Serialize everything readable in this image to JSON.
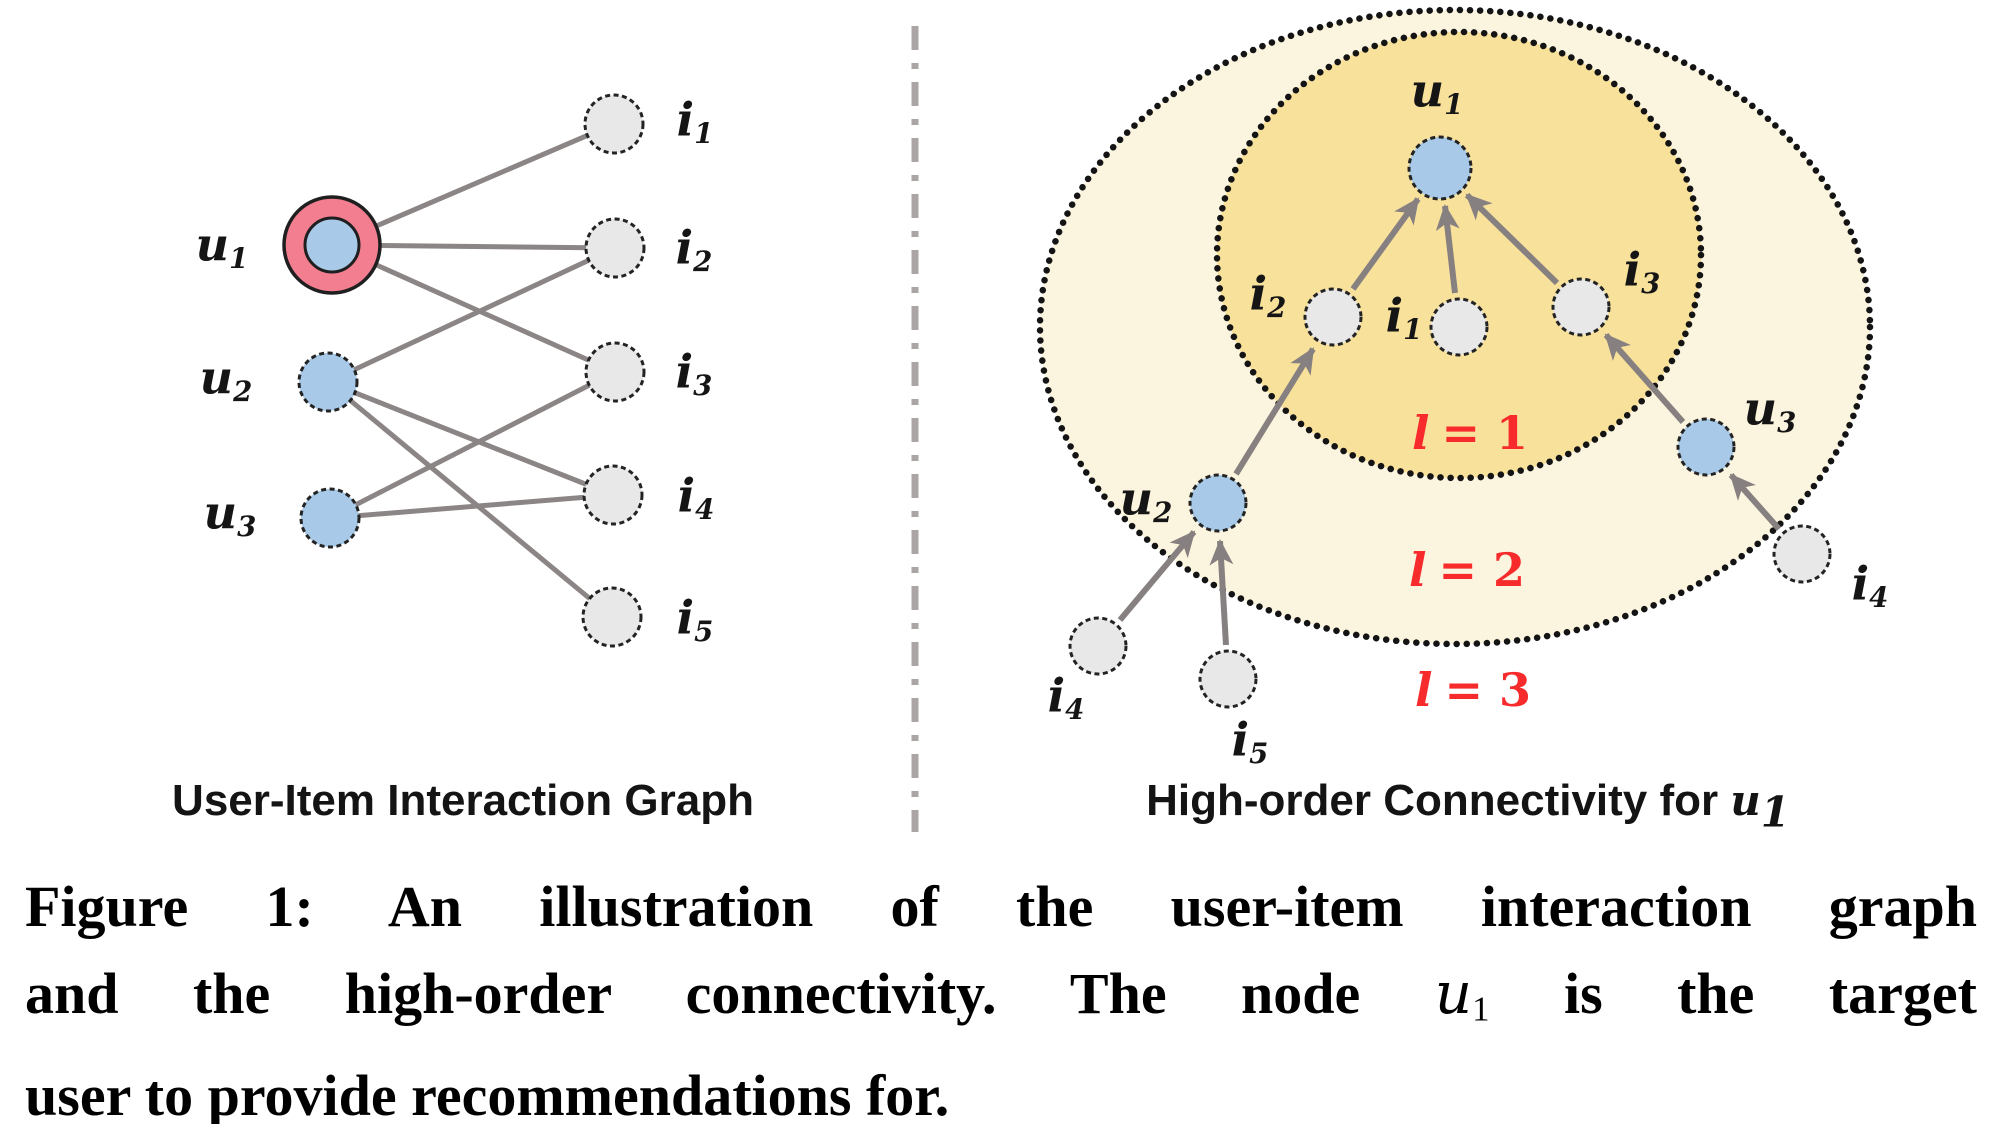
{
  "figure": {
    "left_panel": {
      "caption": "User-Item Interaction Graph",
      "users": [
        {
          "base": "u",
          "sub": "1",
          "highlighted": true
        },
        {
          "base": "u",
          "sub": "2",
          "highlighted": false
        },
        {
          "base": "u",
          "sub": "3",
          "highlighted": false
        }
      ],
      "items": [
        {
          "base": "i",
          "sub": "1"
        },
        {
          "base": "i",
          "sub": "2"
        },
        {
          "base": "i",
          "sub": "3"
        },
        {
          "base": "i",
          "sub": "4"
        },
        {
          "base": "i",
          "sub": "5"
        }
      ],
      "edges": [
        "u1-i1",
        "u1-i2",
        "u1-i3",
        "u2-i2",
        "u2-i4",
        "u2-i5",
        "u3-i3",
        "u3-i4"
      ]
    },
    "right_panel": {
      "caption_pre": "High-order Connectivity for ",
      "caption_math": {
        "base": "u",
        "sub": "1"
      },
      "level_labels": [
        {
          "symbol": "l",
          "eq": "= 1"
        },
        {
          "symbol": "l",
          "eq": "= 2"
        },
        {
          "symbol": "l",
          "eq": "= 3"
        }
      ],
      "nodes": {
        "u1": {
          "base": "u",
          "sub": "1",
          "type": "user"
        },
        "i2l1": {
          "base": "i",
          "sub": "2",
          "type": "item"
        },
        "i1l1": {
          "base": "i",
          "sub": "1",
          "type": "item"
        },
        "i3l1": {
          "base": "i",
          "sub": "3",
          "type": "item"
        },
        "u2l2": {
          "base": "u",
          "sub": "2",
          "type": "user"
        },
        "u3l2": {
          "base": "u",
          "sub": "3",
          "type": "user"
        },
        "i4l3a": {
          "base": "i",
          "sub": "4",
          "type": "item"
        },
        "i5l3": {
          "base": "i",
          "sub": "5",
          "type": "item"
        },
        "i4l3b": {
          "base": "i",
          "sub": "4",
          "type": "item"
        }
      },
      "arrows": [
        "i2->u1",
        "i1->u1",
        "i3->u1",
        "u2->i2",
        "u3->i3",
        "i4->u2",
        "i5->u2",
        "i4->u3"
      ]
    },
    "caption": {
      "line1": "Figure 1: An illustration of the user-item interaction graph",
      "line2_pre": "and the high-order connectivity. The node ",
      "line2_math": {
        "base": "u",
        "sub": "1"
      },
      "line2_post": " is the target",
      "line3": "user to provide recommendations for."
    },
    "colors": {
      "user_node": "#A8CAE8",
      "item_node": "#E9E8E8",
      "target_ring": "#F27E90",
      "edge_gray": "#8B8585",
      "level1_fill": "#F8E19B",
      "level2_fill": "#FBF4DE",
      "red_label": "#F72B2B",
      "divider": "#ABA5A5"
    }
  }
}
